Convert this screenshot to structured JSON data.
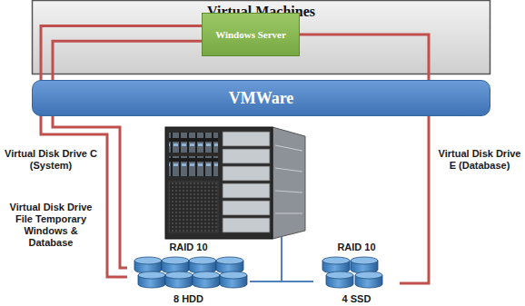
{
  "diagram": {
    "nodes": [
      {
        "text": [
          "Virtual Machines"
        ]
      },
      {
        "text": [
          "Windows Server"
        ],
        "in": 0
      },
      {
        "text": [
          "VMWare"
        ]
      },
      {
        "text": [
          "RAID 10",
          "8 HDD"
        ]
      },
      {
        "text": [
          "RAID 10",
          "4 SSD"
        ]
      }
    ],
    "edges": [
      {
        "from": 1,
        "to": 3,
        "arrow": "none",
        "label": "Virtual Disk Drive C (System)"
      },
      {
        "from": 1,
        "to": 3,
        "arrow": "none",
        "label": "Virtual Disk Drive File Temporary Windows & Database"
      },
      {
        "from": 1,
        "to": 4,
        "arrow": "none",
        "label": "Virtual Disk Drive E (Database)"
      },
      {
        "from": 3,
        "to": 4,
        "arrow": "none"
      }
    ]
  }
}
